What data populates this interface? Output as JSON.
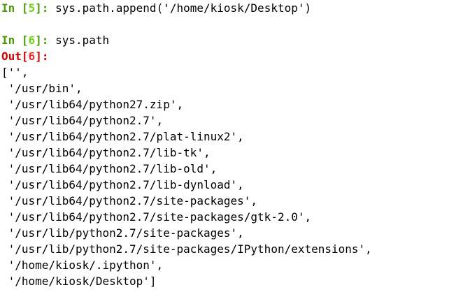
{
  "cells": [
    {
      "prompt": {
        "label": "In",
        "open": " [",
        "number": "5",
        "close": "]:"
      },
      "code": " sys.path.append('/home/kiosk/Desktop')"
    },
    {
      "prompt": {
        "label": "In",
        "open": " [",
        "number": "6",
        "close": "]:"
      },
      "code": " sys.path"
    }
  ],
  "out": {
    "prompt": {
      "label": "Out",
      "open": "[",
      "number": "6",
      "close": "]:"
    },
    "lines": [
      "['',",
      " '/usr/bin',",
      " '/usr/lib64/python27.zip',",
      " '/usr/lib64/python2.7',",
      " '/usr/lib64/python2.7/plat-linux2',",
      " '/usr/lib64/python2.7/lib-tk',",
      " '/usr/lib64/python2.7/lib-old',",
      " '/usr/lib64/python2.7/lib-dynload',",
      " '/usr/lib64/python2.7/site-packages',",
      " '/usr/lib64/python2.7/site-packages/gtk-2.0',",
      " '/usr/lib/python2.7/site-packages',",
      " '/usr/lib/python2.7/site-packages/IPython/extensions',",
      " '/home/kiosk/.ipython',",
      " '/home/kiosk/Desktop']"
    ]
  },
  "colors": {
    "in_prompt": "#4e9a06",
    "in_number": "#73d216",
    "out_prompt": "#cc0000",
    "out_number": "#ef2929",
    "background": "#ffffff",
    "text": "#000000"
  }
}
